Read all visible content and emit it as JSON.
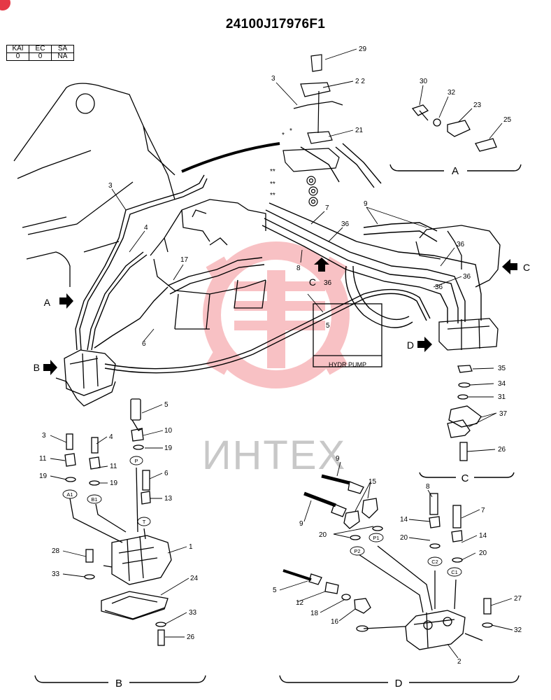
{
  "doc_title": "24100J17976F1",
  "revision_table": {
    "headers": [
      "KAI",
      "EC",
      "SA"
    ],
    "values": [
      "0",
      "0",
      "NA"
    ]
  },
  "view_labels": {
    "A": "A",
    "B": "B",
    "C": "C",
    "D": "D",
    "A_ref": "A",
    "B_ref": "B",
    "C_ref": "C",
    "D_ref": "D",
    "C_ref2": "C"
  },
  "callouts": {
    "pump_box": "HYDR PUMP",
    "star": "*",
    "double_star": "**"
  },
  "part_numbers": {
    "n2": "2",
    "n3": "3",
    "n4": "4",
    "n5": "5",
    "n6": "6",
    "n7": "7",
    "n8": "8",
    "n9": "9",
    "n10": "10",
    "n11": "11",
    "n12": "12",
    "n13": "13",
    "n14": "14",
    "n15": "15",
    "n16": "16",
    "n17": "17",
    "n18": "18",
    "n19": "19",
    "n20": "20",
    "n21": "21",
    "n22": "2 2",
    "n23": "23",
    "n24": "24",
    "n25": "25",
    "n26": "26",
    "n27": "27",
    "n28": "28",
    "n29": "29",
    "n30": "30",
    "n31": "31",
    "n32": "32",
    "n33": "33",
    "n34": "34",
    "n35": "35",
    "n36": "36",
    "n37": "37",
    "n1": "1"
  },
  "port_labels": {
    "P": "P",
    "T": "T",
    "A1": "A1",
    "B1": "B1",
    "P1": "P1",
    "P2": "P2",
    "C1": "C1",
    "C2": "C2"
  },
  "watermark": {
    "text": "ИНТЕХ",
    "color": "#e8262e"
  }
}
